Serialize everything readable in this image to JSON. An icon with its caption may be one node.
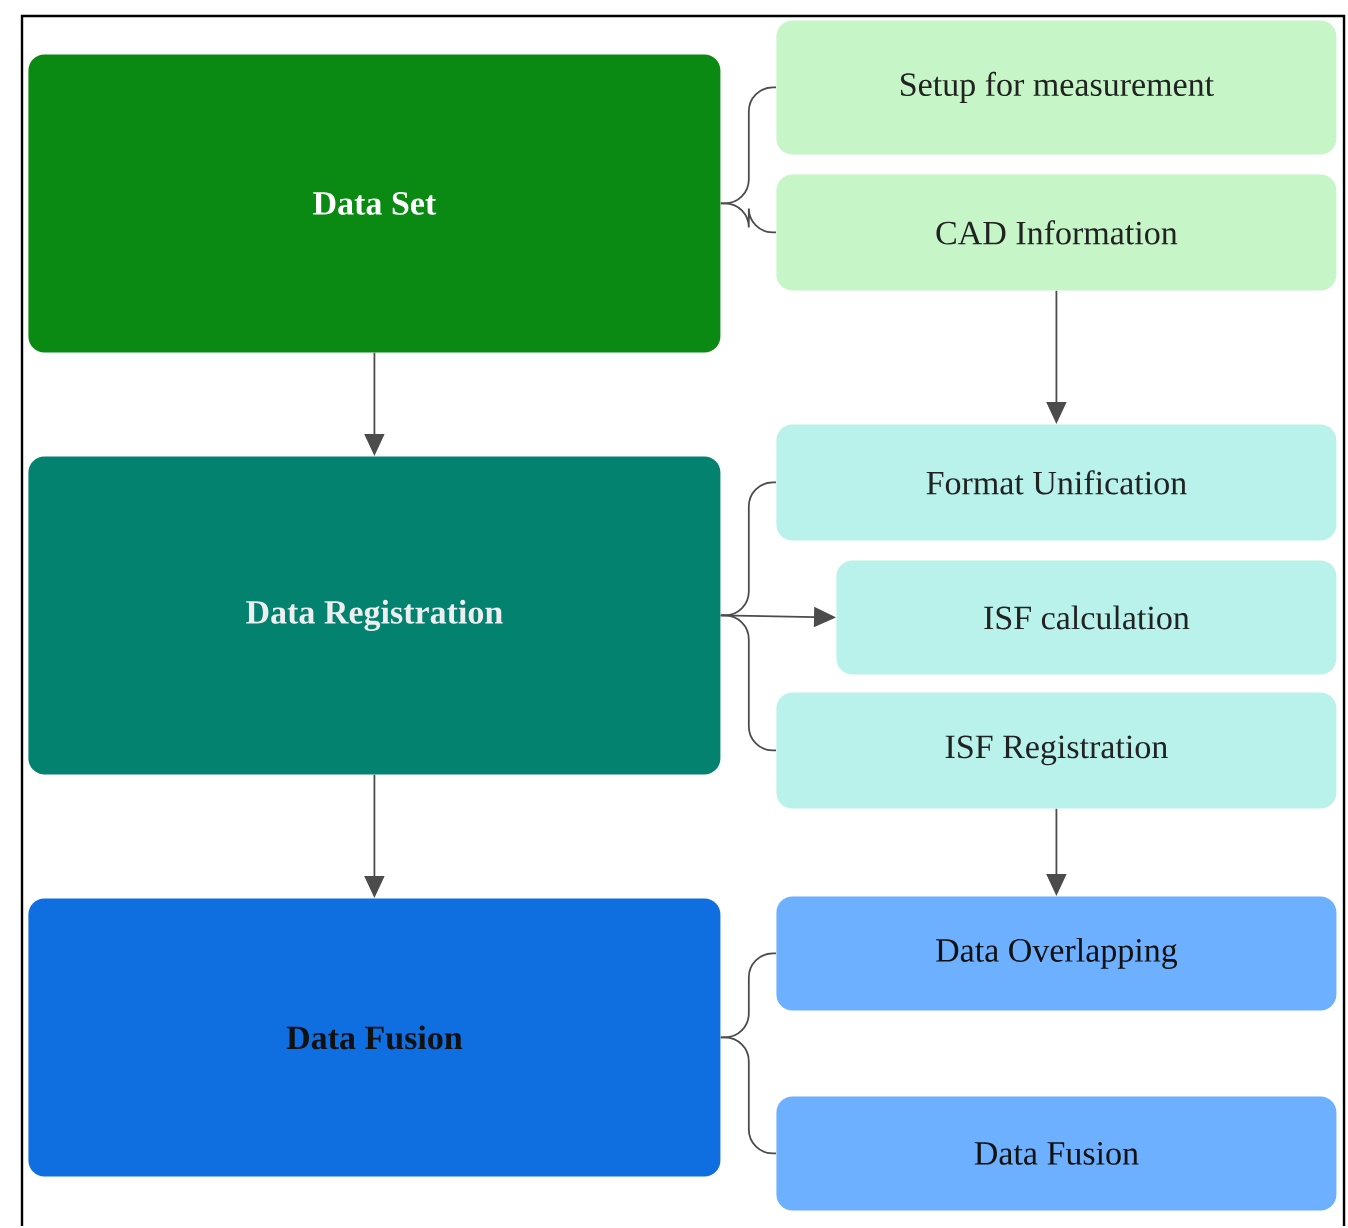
{
  "diagram": {
    "nodes": [
      {
        "text": [
          "Data Set"
        ]
      },
      {
        "text": [
          "Setup for measurement"
        ]
      },
      {
        "text": [
          "CAD Information"
        ]
      },
      {
        "text": [
          "Data Registration"
        ]
      },
      {
        "text": [
          "Format Unification"
        ]
      },
      {
        "text": [
          "ISF calculation"
        ]
      },
      {
        "text": [
          "ISF Registration"
        ]
      },
      {
        "text": [
          "Data Fusion"
        ]
      },
      {
        "text": [
          "Data Overlapping"
        ]
      },
      {
        "text": [
          "Data Fusion"
        ]
      }
    ],
    "edges": [
      {
        "from": 0,
        "to": 1,
        "arrow": "none"
      },
      {
        "from": 0,
        "to": 2,
        "arrow": "none"
      },
      {
        "from": 0,
        "to": 3,
        "arrow": "to"
      },
      {
        "from": 2,
        "to": 4,
        "arrow": "to"
      },
      {
        "from": 3,
        "to": 4,
        "arrow": "none"
      },
      {
        "from": 3,
        "to": 5,
        "arrow": "to"
      },
      {
        "from": 3,
        "to": 6,
        "arrow": "none"
      },
      {
        "from": 3,
        "to": 7,
        "arrow": "to"
      },
      {
        "from": 6,
        "to": 8,
        "arrow": "to"
      },
      {
        "from": 7,
        "to": 8,
        "arrow": "none"
      },
      {
        "from": 7,
        "to": 9,
        "arrow": "none"
      }
    ]
  }
}
